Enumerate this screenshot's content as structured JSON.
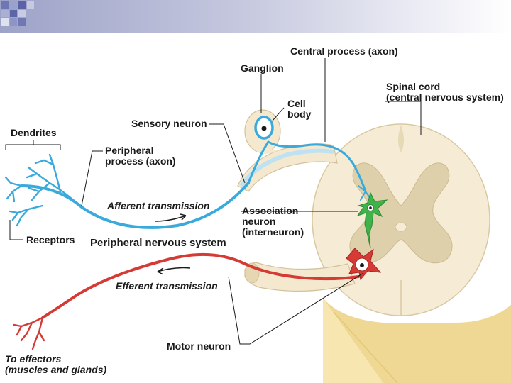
{
  "labels": {
    "central_process": "Central process (axon)",
    "ganglion": "Ganglion",
    "spinal_cord": "Spinal cord\n(central nervous system)",
    "cell_body": "Cell\nbody",
    "sensory_neuron": "Sensory neuron",
    "dendrites": "Dendrites",
    "peripheral_process": "Peripheral\nprocess (axon)",
    "afferent_transmission": "Afferent transmission",
    "association_neuron": "Association\nneuron\n(interneuron)",
    "receptors": "Receptors",
    "peripheral_nervous_system": "Peripheral nervous system",
    "efferent_transmission": "Efferent transmission",
    "motor_neuron": "Motor neuron",
    "to_effectors": "To effectors\n(muscles and glands)"
  },
  "colors": {
    "sensory": "#3aa9dc",
    "association": "#3fb24a",
    "motor": "#d63a35",
    "white_matter": "#f6ecd5",
    "gray_matter": "#ddd0ab",
    "cord_shadow": "#efd893"
  }
}
